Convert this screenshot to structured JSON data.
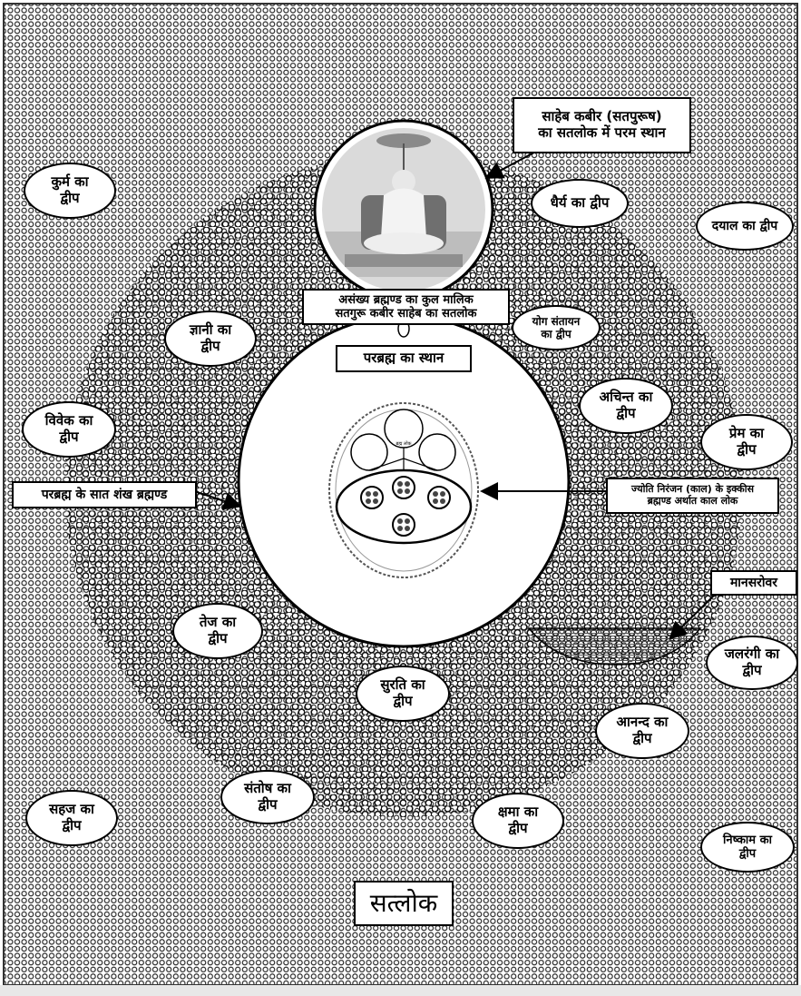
{
  "title": "सत्लोक",
  "kabir_box": {
    "line1": "साहेब कबीर (सतपुरूष)",
    "line2": "का सतलोक में परम स्थान"
  },
  "malik_box": {
    "line1": "असंख्य ब्रह्मण्ड का कुल मालिक",
    "line2": "सतगुरू कबीर साहेब का सतलोक"
  },
  "parbrahm_place": "परब्रह्म का स्थान",
  "parbrahm_seven": "परब्रह्म के सात शंख ब्रह्मण्ड",
  "jyoti_box": {
    "line1": "ज्योति निरंजन (काल) के इक्कीस",
    "line2": "ब्रह्मण्ड अर्थात काल लोक"
  },
  "mansarovar": "मानसरोवर",
  "inner_tiny_label": "ब्रह्म लोक",
  "islands": [
    {
      "l1": "कुर्म का",
      "l2": "द्वीप"
    },
    {
      "l1": "धैर्य का द्वीप",
      "l2": ""
    },
    {
      "l1": "दयाल का द्वीप",
      "l2": ""
    },
    {
      "l1": "ज्ञानी का",
      "l2": "द्वीप"
    },
    {
      "l1": "योग संतायन",
      "l2": "का द्वीप"
    },
    {
      "l1": "अचिन्त का",
      "l2": "द्वीप"
    },
    {
      "l1": "विवेक का",
      "l2": "द्वीप"
    },
    {
      "l1": "प्रेम का",
      "l2": "द्वीप"
    },
    {
      "l1": "तेज का",
      "l2": "द्वीप"
    },
    {
      "l1": "जलरंगी का",
      "l2": "द्वीप"
    },
    {
      "l1": "सुरति का",
      "l2": "द्वीप"
    },
    {
      "l1": "आनन्द का",
      "l2": "द्वीप"
    },
    {
      "l1": "संतोष का",
      "l2": "द्वीप"
    },
    {
      "l1": "सहज का",
      "l2": "द्वीप"
    },
    {
      "l1": "क्षमा का",
      "l2": "द्वीप"
    },
    {
      "l1": "निष्काम का",
      "l2": "द्वीप"
    }
  ]
}
